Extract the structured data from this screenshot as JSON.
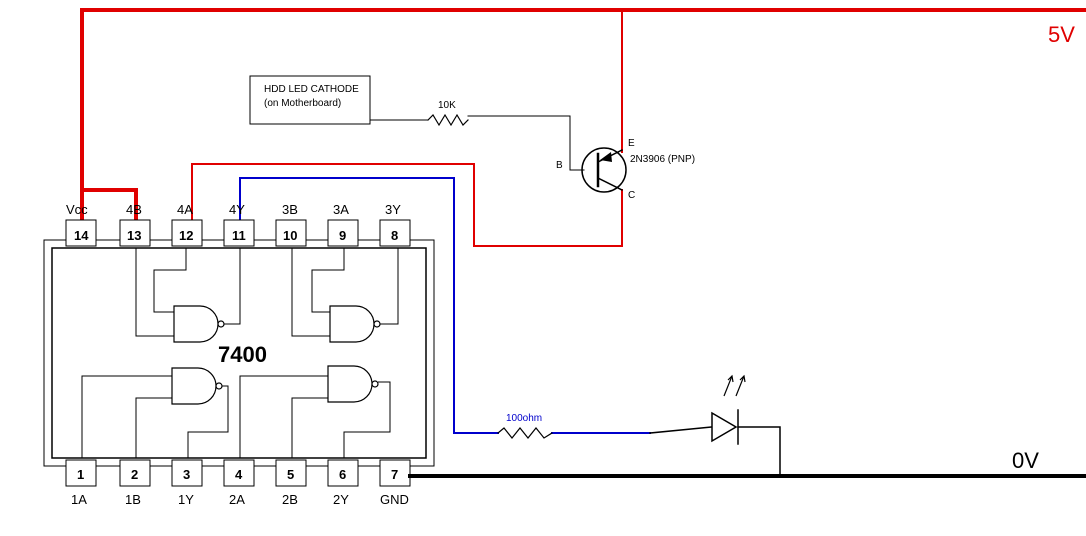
{
  "chip": {
    "name": "7400",
    "top_pins": [
      {
        "num": "14",
        "label": "Vcc"
      },
      {
        "num": "13",
        "label": "4B"
      },
      {
        "num": "12",
        "label": "4A"
      },
      {
        "num": "11",
        "label": "4Y"
      },
      {
        "num": "10",
        "label": "3B"
      },
      {
        "num": "9",
        "label": "3A"
      },
      {
        "num": "8",
        "label": "3Y"
      }
    ],
    "bottom_pins": [
      {
        "num": "1",
        "label": "1A"
      },
      {
        "num": "2",
        "label": "1B"
      },
      {
        "num": "3",
        "label": "1Y"
      },
      {
        "num": "4",
        "label": "2A"
      },
      {
        "num": "5",
        "label": "2B"
      },
      {
        "num": "6",
        "label": "2Y"
      },
      {
        "num": "7",
        "label": "GND"
      }
    ]
  },
  "rails": {
    "vcc": "5V",
    "gnd": "0V"
  },
  "hdd_box": {
    "line1": "HDD LED CATHODE",
    "line2": "(on Motherboard)"
  },
  "resistors": {
    "base": "10K",
    "led": "100ohm"
  },
  "transistor": {
    "model": "2N3906 (PNP)",
    "e": "E",
    "b": "B",
    "c": "C"
  },
  "colors": {
    "vcc": "#e00000",
    "signal": "#0000cc",
    "ground": "#000000",
    "wire": "#000000"
  }
}
